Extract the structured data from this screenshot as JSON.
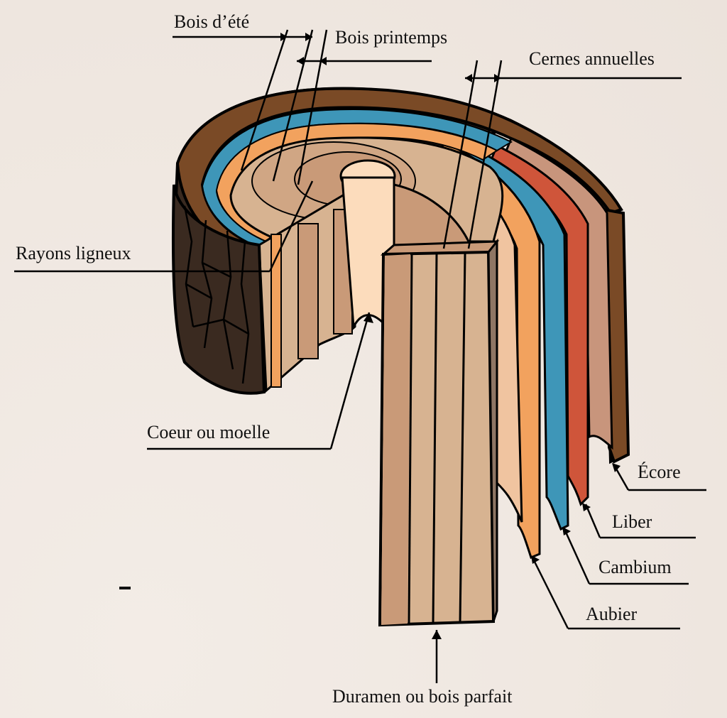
{
  "title": "Coupe d'un tronc d'arbre",
  "labels": {
    "bois_ete": "Bois d’été",
    "bois_printemps": "Bois printemps",
    "cernes": "Cernes annuelles",
    "rayons": "Rayons ligneux",
    "coeur": "Coeur ou moelle",
    "ecorce": "Écore",
    "liber": "Liber",
    "cambium": "Cambium",
    "aubier": "Aubier",
    "duramen": "Duramen ou bois parfait"
  },
  "colors": {
    "bark_dark": "#3a2a20",
    "bark_brown": "#7a4a26",
    "liber_red": "#cf553a",
    "cambium_blue": "#3e96b8",
    "aubier_orange": "#f2a25e",
    "sapwood_light": "#f0c4a0",
    "heartwood": "#c99a78",
    "heartwood_light": "#d7b391",
    "pith": "#fcdcbc",
    "inner_bark": "#c8957c",
    "background": "#f1ebe6"
  }
}
